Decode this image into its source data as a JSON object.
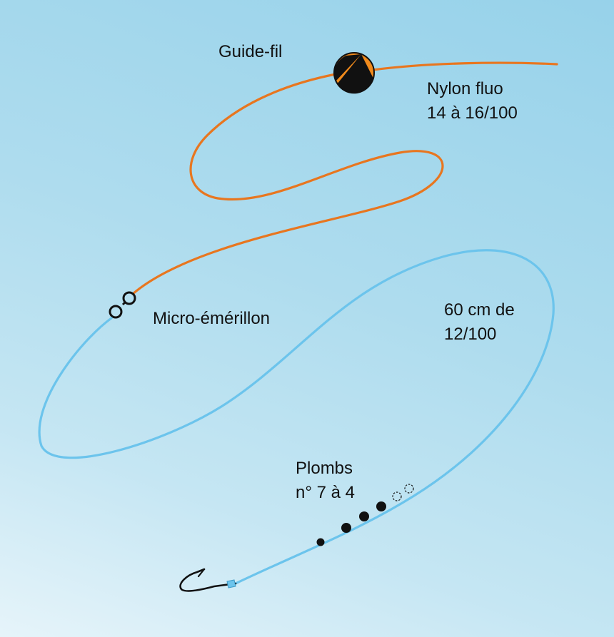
{
  "labels": {
    "guide_fil": "Guide-fil",
    "nylon_line1": "Nylon fluo",
    "nylon_line2": "14 à 16/100",
    "swivel": "Micro-émérillon",
    "leader_line1": "60 cm de",
    "leader_line2": "12/100",
    "weights_line1": "Plombs",
    "weights_line2": "n° 7 à 4"
  },
  "colors": {
    "main_line": "#e8761f",
    "leader_line": "#6cc4ec",
    "float_orange": "#f08a1c",
    "float_black": "#111111",
    "shot": "#111111",
    "hook": "#111111"
  },
  "icons": {
    "float": "line-guide-bead",
    "swivel": "micro-swivel",
    "weights": "split-shot",
    "hook": "fish-hook"
  }
}
